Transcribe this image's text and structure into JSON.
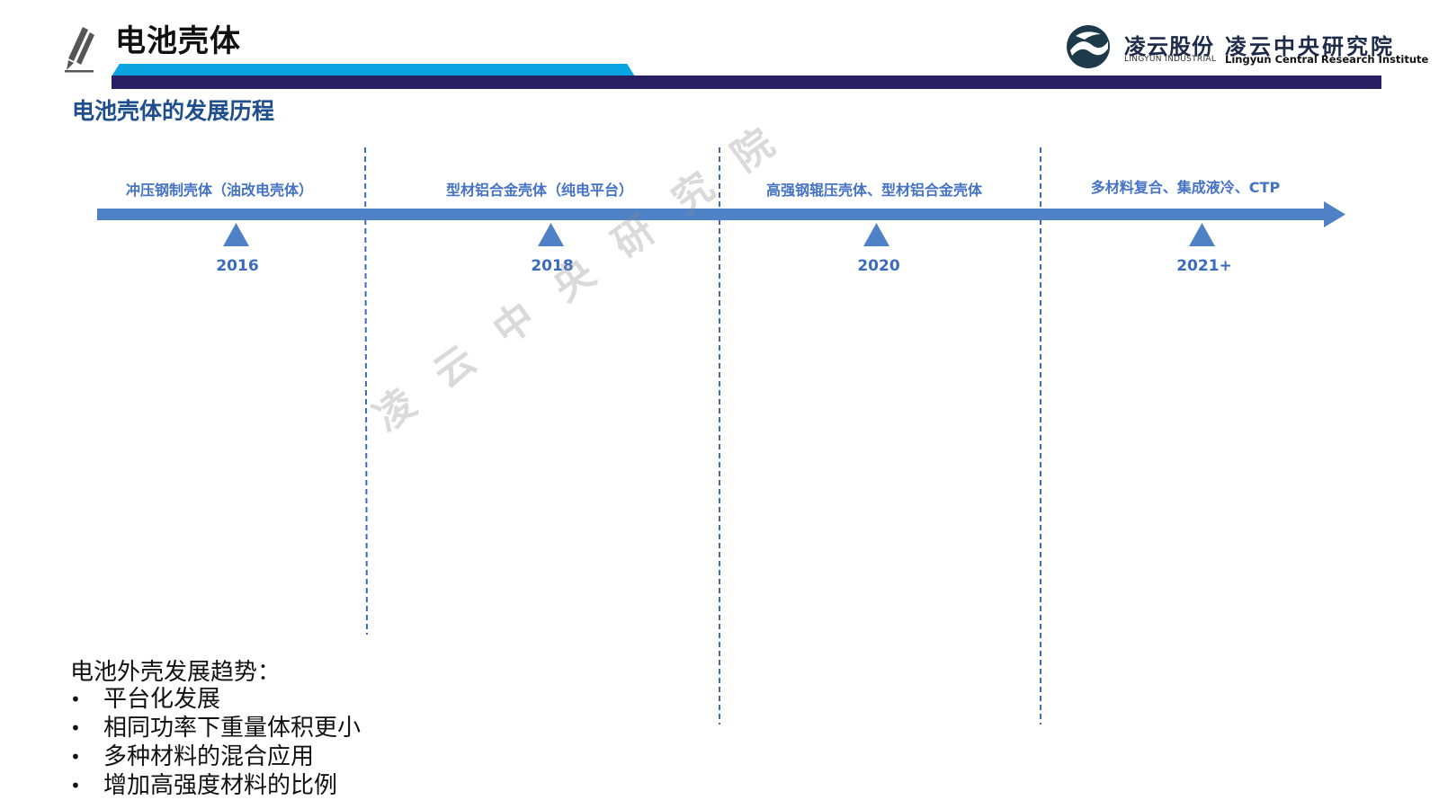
{
  "header": {
    "title": "电池壳体"
  },
  "logo": {
    "company_cn": "凌云股份",
    "company_en": "LINGYUN INDUSTRIAL",
    "institute_cn": "凌云中央研究院",
    "institute_en": "Lingyun Central Research Institute"
  },
  "subtitle": "电池壳体的发展历程",
  "timeline": {
    "eras": [
      {
        "label": "冲压钢制壳体（油改电壳体）",
        "year": "2016"
      },
      {
        "label": "型材铝合金壳体（纯电平台）",
        "year": "2018"
      },
      {
        "label": "高强钢辊压壳体、型材铝合金壳体",
        "year": "2020"
      },
      {
        "label": "多材料复合、集成液冷、CTP",
        "year": "2021+"
      }
    ]
  },
  "watermark": "凌云中央研究院",
  "trends": {
    "title": "电池外壳发展趋势：",
    "bullet": "•",
    "items": [
      "平台化发展",
      "相同功率下重量体积更小",
      "多种材料的混合应用",
      "增加高强度材料的比例"
    ]
  },
  "colors": {
    "timeline_blue": "#4f81c7",
    "accent_bar": "#0aa4e3",
    "header_bar": "#2b1f64",
    "subtitle": "#1f4e8c"
  }
}
